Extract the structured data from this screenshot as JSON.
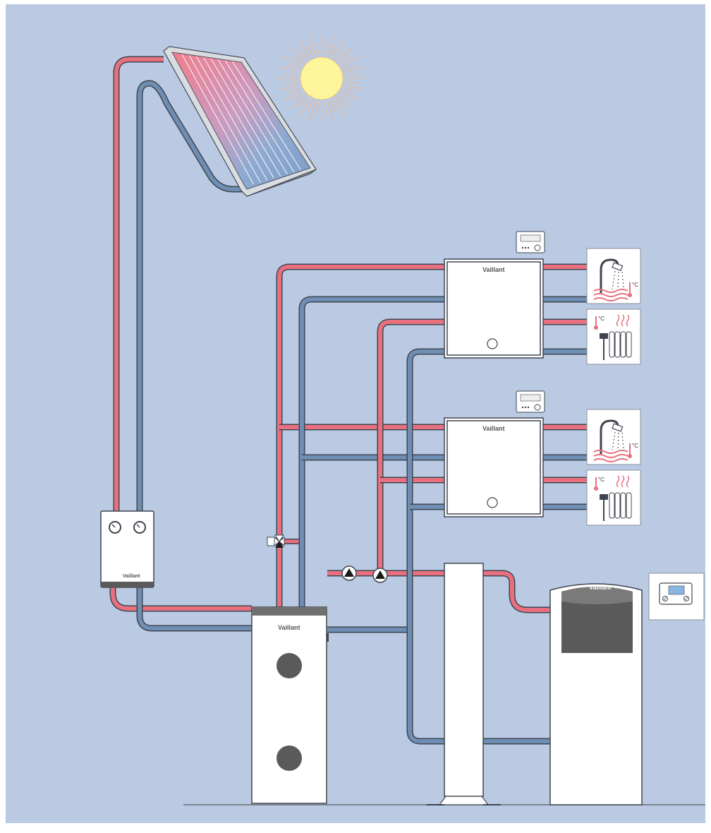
{
  "colors": {
    "background": "#BACAE3",
    "hot_pipe": "#E8707E",
    "cold_pipe": "#6E8FB3",
    "pipe_outline": "#3F4550",
    "sun": "#FFF59C",
    "sun_rays": "#F0B48A",
    "unit_fill": "#FFFFFF",
    "dark_grey": "#5A5A5A"
  },
  "labels": {
    "brand_logo": "Vaillant",
    "controller_small": "Vaillant",
    "temperature_unit": "°C"
  },
  "components": [
    {
      "id": "solar-collector",
      "icon": "solar-panel-icon"
    },
    {
      "id": "sun",
      "icon": "sun-icon"
    },
    {
      "id": "solar-pump-station",
      "icon": "pump-station-icon"
    },
    {
      "id": "storage-tank",
      "icon": "water-tank-icon"
    },
    {
      "id": "flat-unit-1",
      "icon": "heat-interface-unit-icon"
    },
    {
      "id": "flat-unit-2",
      "icon": "heat-interface-unit-icon"
    },
    {
      "id": "hydraulic-separator",
      "icon": "separator-icon"
    },
    {
      "id": "boiler",
      "icon": "boiler-icon"
    },
    {
      "id": "system-controller",
      "icon": "controller-icon"
    }
  ]
}
